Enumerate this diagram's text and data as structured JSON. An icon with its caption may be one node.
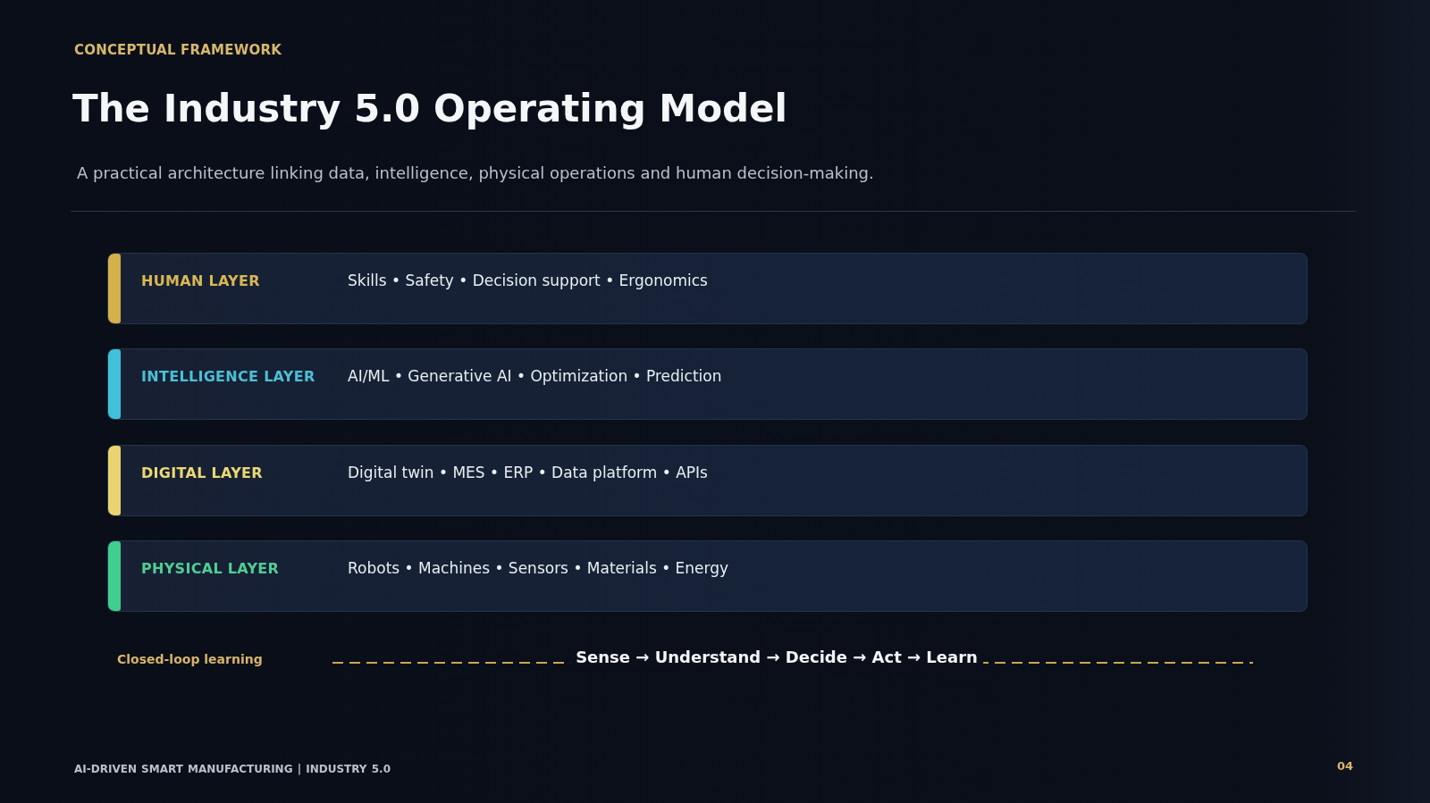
{
  "diagram": {
    "title": "The Industry 5.0 Operating Model",
    "nodes": [
      {
        "text": [
          "HUMAN LAYER",
          "Skills • Safety • Decision support • Ergonomics"
        ]
      },
      {
        "text": [
          "INTELLIGENCE LAYER",
          "AI/ML • Generative AI • Optimization • Prediction"
        ]
      },
      {
        "text": [
          "DIGITAL LAYER",
          "Digital twin • MES • ERP • Data platform • APIs"
        ]
      },
      {
        "text": [
          "PHYSICAL LAYER",
          "Robots • Machines • Sensors • Materials • Energy"
        ]
      }
    ],
    "edges": [],
    "labels": [
      "CONCEPTUAL FRAMEWORK",
      "A practical architecture linking data, intelligence, physical operations and human decision-making.",
      "Closed-loop learning",
      "Sense → Understand → Decide → Act → Learn",
      "AI-DRIVEN SMART MANUFACTURING | INDUSTRY 5.0",
      "04"
    ]
  }
}
